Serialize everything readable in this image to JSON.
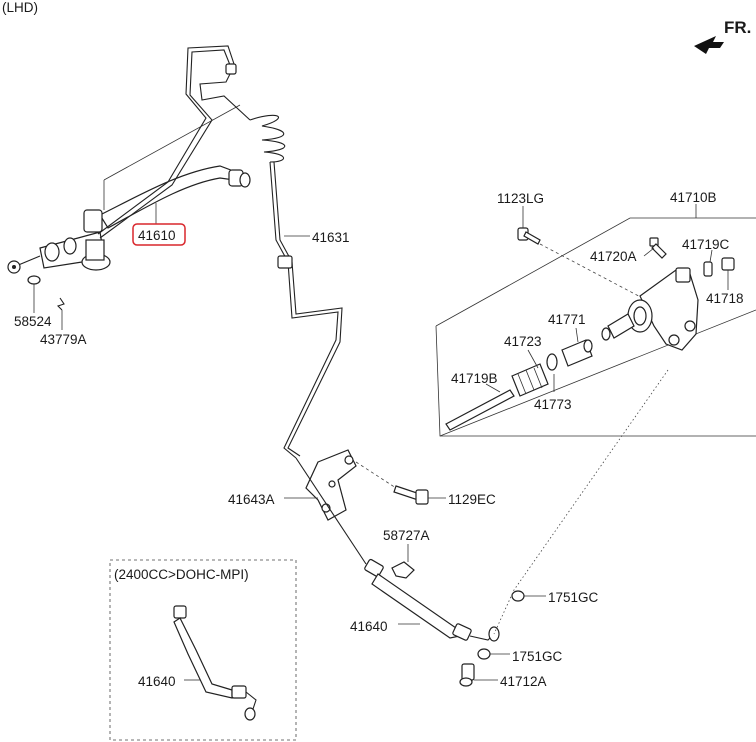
{
  "header": {
    "variant": "(LHD)",
    "direction": "FR."
  },
  "inset": {
    "title": "(2400CC>DOHC-MPI)"
  },
  "highlight_color": "#d9262c",
  "parts": {
    "p41610": "41610",
    "p41631": "41631",
    "p58524": "58524",
    "p43779A": "43779A",
    "p1123LG": "1123LG",
    "p41710B": "41710B",
    "p41720A": "41720A",
    "p41719C": "41719C",
    "p41718": "41718",
    "p41771": "41771",
    "p41723": "41723",
    "p41719B": "41719B",
    "p41773": "41773",
    "p41643A": "41643A",
    "p1129EC": "1129EC",
    "p58727A": "58727A",
    "p41640_main": "41640",
    "p1751GC_a": "1751GC",
    "p1751GC_b": "1751GC",
    "p41712A": "41712A",
    "p41640_inset": "41640"
  }
}
